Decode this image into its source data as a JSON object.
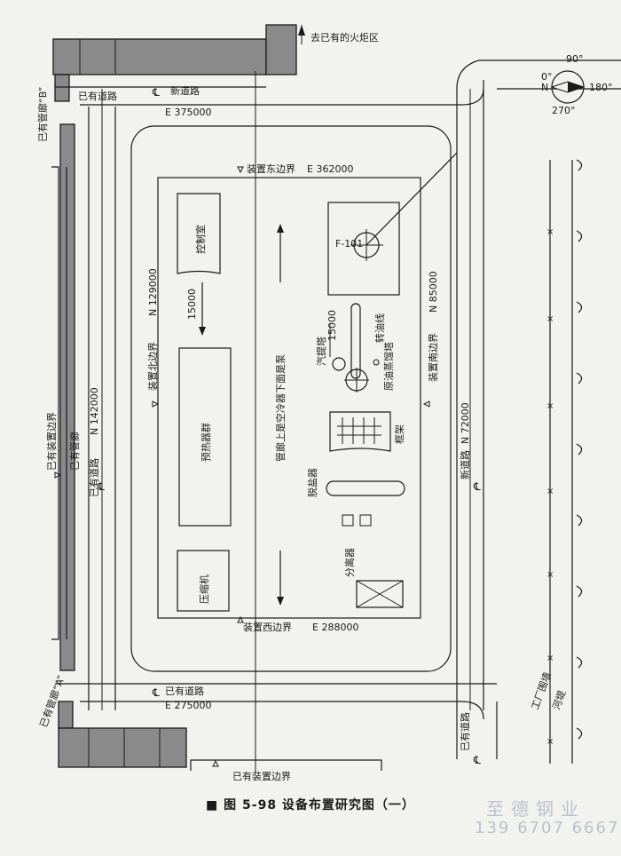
{
  "labels": {
    "to_flare": "去已有的火炬区",
    "pipe_b": "已有管廊“B”",
    "existing_road_top": "已有道路",
    "new_road_top": "新道路",
    "e375000": "E 375000",
    "east_boundary": "装置东边界",
    "e362000": "E 362000",
    "control_room": "控制室",
    "n129000": "N 129000",
    "north_boundary": "装置北边界",
    "dim_15000_left": "15000",
    "preheater": "预热器群",
    "compressor": "压缩机",
    "pipe_rack_note": "管廊上是空冷器下面是泵",
    "f101": "F-101",
    "stripper": "汽提塔",
    "dim_15000_right": "15000",
    "transfer_line": "转油线",
    "crude_tower": "原油蒸馏塔",
    "frame": "框架",
    "desalter": "脱盐器",
    "separator": "分离器",
    "south_boundary": "装置南边界",
    "n85000": "N 85000",
    "new_road_right": "新道路",
    "n72000": "N 72000",
    "existing_unit_boundary_left": "已有装置边界",
    "existing_road_left": "已有道路",
    "n142000": "N 142000",
    "existing_pipe_left": "已有管廊",
    "west_boundary": "装置西边界",
    "e288000": "E 288000",
    "existing_road_bottom": "已有道路",
    "e275000": "E 275000",
    "pipe_a": "已有管廊“A”",
    "existing_road_bottom_right": "已有道路",
    "existing_unit_boundary_bottom": "已有装置边界",
    "plant_wall": "工厂围墙",
    "river_bank": "河堤",
    "centerline": "℄"
  },
  "compass": {
    "n": "N",
    "deg0": "0°",
    "deg90": "90°",
    "deg180": "180°",
    "deg270": "270°"
  },
  "caption": "■ 图 5-98   设备布置研究图（一）",
  "watermark": {
    "line1": "至德钢业",
    "line2": "139 6707 6667"
  },
  "colors": {
    "line": "#1a1a1a",
    "fill_gray": "#8a8a8a",
    "paper": "#f2f2ef"
  }
}
